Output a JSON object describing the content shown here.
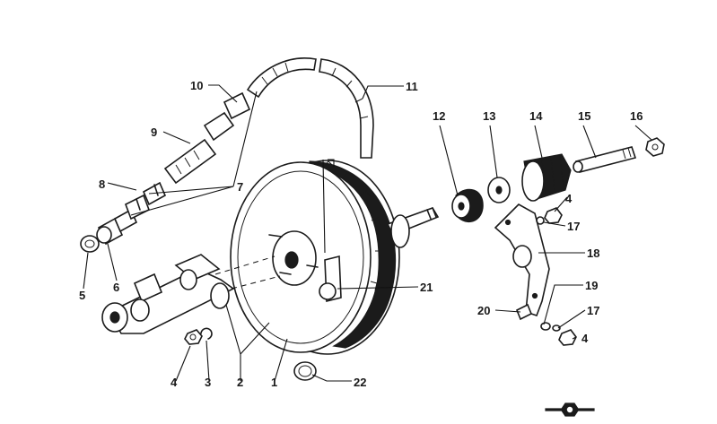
{
  "callouts": [
    {
      "id": "c1",
      "label": "1"
    },
    {
      "id": "c2",
      "label": "2"
    },
    {
      "id": "c3",
      "label": "3"
    },
    {
      "id": "c4a",
      "label": "4"
    },
    {
      "id": "c4b",
      "label": "4"
    },
    {
      "id": "c4c",
      "label": "4"
    },
    {
      "id": "c5",
      "label": "5"
    },
    {
      "id": "c6",
      "label": "6"
    },
    {
      "id": "c7",
      "label": "7"
    },
    {
      "id": "c8",
      "label": "8"
    },
    {
      "id": "c9",
      "label": "9"
    },
    {
      "id": "c10",
      "label": "10"
    },
    {
      "id": "c11",
      "label": "11"
    },
    {
      "id": "c12",
      "label": "12"
    },
    {
      "id": "c13",
      "label": "13"
    },
    {
      "id": "c14",
      "label": "14"
    },
    {
      "id": "c15",
      "label": "15"
    },
    {
      "id": "c16",
      "label": "16"
    },
    {
      "id": "c17a",
      "label": "17"
    },
    {
      "id": "c17b",
      "label": "17"
    },
    {
      "id": "c18",
      "label": "18"
    },
    {
      "id": "c19",
      "label": "19"
    },
    {
      "id": "c20",
      "label": "20"
    },
    {
      "id": "c21",
      "label": "21"
    },
    {
      "id": "c22",
      "label": "22"
    }
  ],
  "logo": {
    "kind": "manufacturer-emblem-icon"
  }
}
